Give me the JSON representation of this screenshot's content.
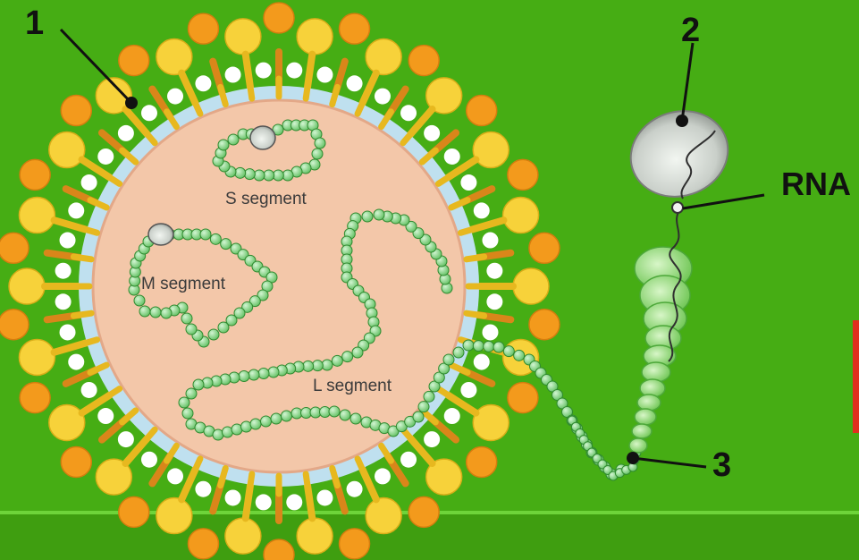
{
  "diagram": {
    "callouts": {
      "one": "1",
      "two": "2",
      "three": "3",
      "rna": "RNA"
    },
    "segments": {
      "s": "S segment",
      "m": "M segment",
      "l": "L segment"
    }
  },
  "colors": {
    "background": "#46ad14",
    "background_band": "#3f9e10",
    "divider_line": "#6ed43a",
    "core": "#f3c7a9",
    "membrane_inner": "#bfe0ef",
    "lipid_head_yellow": "#f7d23a",
    "lipid_head_orange": "#f39a1c",
    "bead_green": "#7fd67f",
    "bead_outline": "#2f8a2f",
    "capsule_gray": "#c9cfc9",
    "accent_red": "#e0301e"
  }
}
